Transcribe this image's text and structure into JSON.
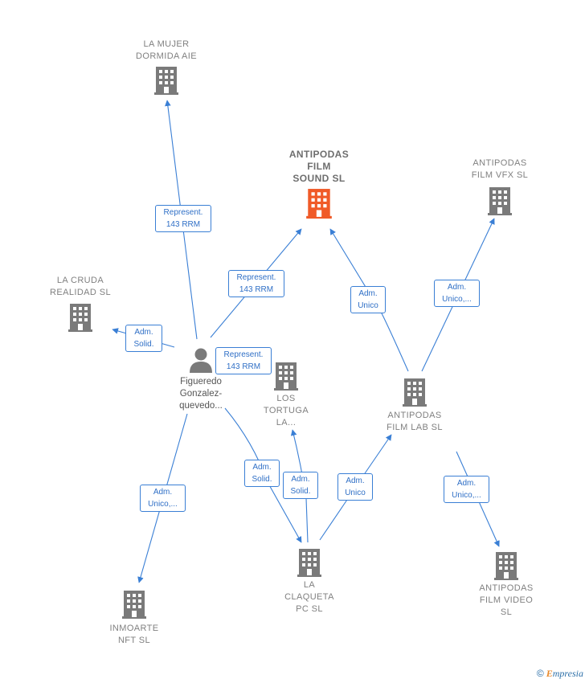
{
  "nodes": {
    "mujer": {
      "label": "LA MUJER\nDORMIDA  AIE"
    },
    "sound": {
      "label": "ANTIPODAS\nFILM\nSOUND  SL"
    },
    "vfx": {
      "label": "ANTIPODAS\nFILM VFX  SL"
    },
    "cruda": {
      "label": "LA CRUDA\nREALIDAD  SL"
    },
    "person": {
      "label": "Figueredo\nGonzalez-\nquevedo..."
    },
    "tortuga": {
      "label": "LOS\nTORTUGA\nLA..."
    },
    "lab": {
      "label": "ANTIPODAS\nFILM LAB  SL"
    },
    "inmoarte": {
      "label": "INMOARTE\nNFT  SL"
    },
    "claqueta": {
      "label": "LA\nCLAQUETA\nPC SL"
    },
    "video": {
      "label": "ANTIPODAS\nFILM VIDEO\nSL"
    }
  },
  "edges": {
    "e1": "Represent.\n143 RRM",
    "e2": "Represent.\n143 RRM",
    "e3": "Represent.\n143 RRM",
    "e4": "Adm.\nSolid.",
    "e5": "Adm.\nUnico,...",
    "e6": "Adm.\nSolid.",
    "e7": "Adm.\nSolid.",
    "e8": "Adm.\nUnico",
    "e9": "Adm.\nUnico",
    "e10": "Adm.\nUnico,...",
    "e11": "Adm.\nUnico,..."
  },
  "colors": {
    "edge": "#3a7fd5",
    "building": "#7a7a7a",
    "building_main": "#f05a28",
    "person": "#7a7a7a"
  },
  "icons": {
    "company": "building-icon",
    "person": "person-icon"
  },
  "footer": {
    "copyright": "©",
    "brand_first": "E",
    "brand_rest": "mpresia"
  }
}
